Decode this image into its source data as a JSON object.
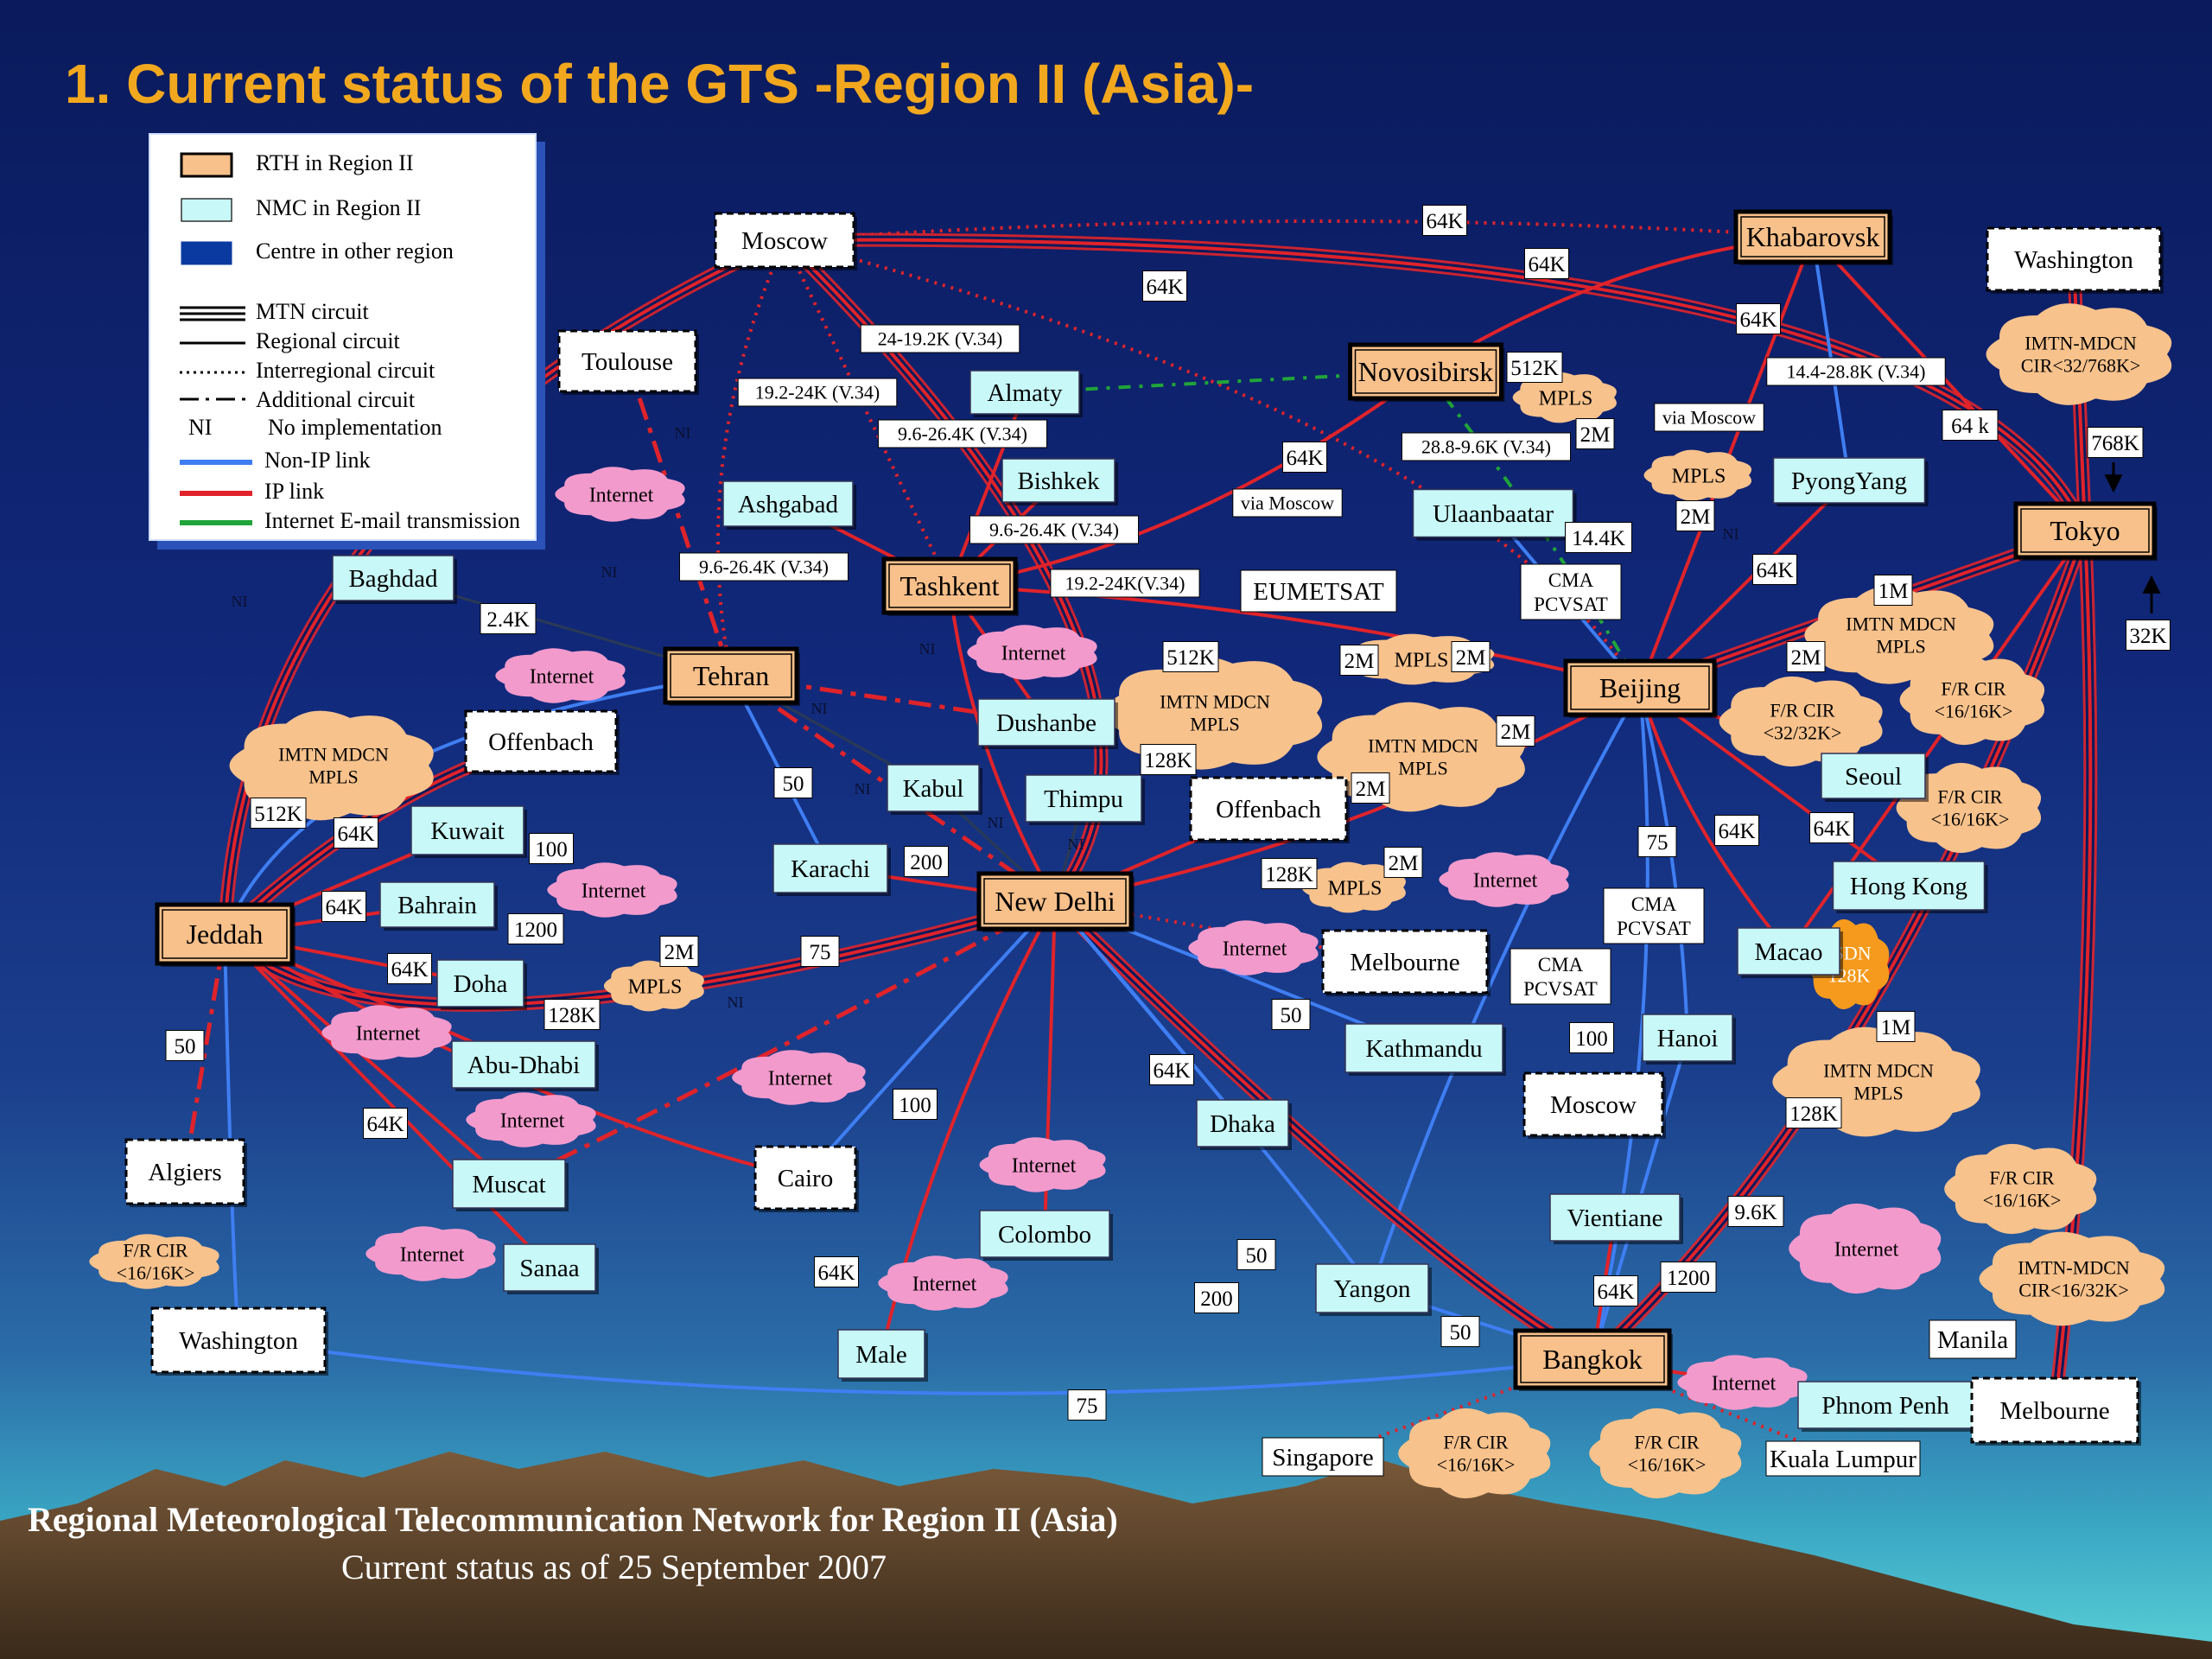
{
  "title": "1.  Current status of the GTS  -Region II (Asia)-",
  "legend": {
    "items": [
      {
        "symbol": "rth-box",
        "label": "RTH in Region II"
      },
      {
        "symbol": "nmc-box",
        "label": "NMC in Region II"
      },
      {
        "symbol": "other-box",
        "label": "Centre in other region"
      },
      {
        "symbol": "mtn-line",
        "label": "MTN circuit"
      },
      {
        "symbol": "regional-line",
        "label": "Regional circuit"
      },
      {
        "symbol": "interregional-line",
        "label": "Interregional circuit"
      },
      {
        "symbol": "additional-line",
        "label": "Additional circuit"
      },
      {
        "symbol": "ni-text",
        "symbol_text": "NI",
        "label": "No implementation"
      },
      {
        "symbol": "non-ip-line",
        "label": "Non-IP link"
      },
      {
        "symbol": "ip-line",
        "label": "IP link"
      },
      {
        "symbol": "email-line",
        "label": "Internet E-mail transmission"
      }
    ]
  },
  "colors": {
    "rth_fill": "#f8c08a",
    "nmc_fill": "#c8f8f8",
    "ip_link": "#e0232a",
    "non_ip_link": "#3f7ef2",
    "email_link": "#21a43a",
    "cloud_internet": "#f39acd",
    "cloud_service": "#f8c28c",
    "title": "#f2a81e"
  },
  "footer": {
    "line1": "Regional Meteorological Telecommunication Network for Region II (Asia)",
    "line2": "Current status as of 25 September 2007"
  },
  "nodes": [
    {
      "id": "moscow-top",
      "label": "Moscow",
      "kind": "other"
    },
    {
      "id": "khabarovsk",
      "label": "Khabarovsk",
      "kind": "rth"
    },
    {
      "id": "washington-top",
      "label": "Washington",
      "kind": "other"
    },
    {
      "id": "toulouse",
      "label": "Toulouse",
      "kind": "other"
    },
    {
      "id": "novosibirsk",
      "label": "Novosibirsk",
      "kind": "rth"
    },
    {
      "id": "almaty",
      "label": "Almaty",
      "kind": "nmc"
    },
    {
      "id": "bishkek",
      "label": "Bishkek",
      "kind": "nmc"
    },
    {
      "id": "ashgabad",
      "label": "Ashgabad",
      "kind": "nmc"
    },
    {
      "id": "pyongyang",
      "label": "PyongYang",
      "kind": "nmc"
    },
    {
      "id": "ulaanbaatar",
      "label": "Ulaanbaatar",
      "kind": "nmc"
    },
    {
      "id": "tokyo",
      "label": "Tokyo",
      "kind": "rth"
    },
    {
      "id": "baghdad",
      "label": "Baghdad",
      "kind": "nmc"
    },
    {
      "id": "tashkent",
      "label": "Tashkent",
      "kind": "rth"
    },
    {
      "id": "eumetsat",
      "label": "EUMETSAT",
      "kind": "plain"
    },
    {
      "id": "tehran",
      "label": "Tehran",
      "kind": "rth"
    },
    {
      "id": "beijing",
      "label": "Beijing",
      "kind": "rth"
    },
    {
      "id": "offenbach-left",
      "label": "Offenbach",
      "kind": "other"
    },
    {
      "id": "dushanbe",
      "label": "Dushanbe",
      "kind": "nmc"
    },
    {
      "id": "kabul",
      "label": "Kabul",
      "kind": "nmc"
    },
    {
      "id": "thimpu",
      "label": "Thimpu",
      "kind": "nmc"
    },
    {
      "id": "offenbach-mid",
      "label": "Offenbach",
      "kind": "other"
    },
    {
      "id": "seoul",
      "label": "Seoul",
      "kind": "nmc"
    },
    {
      "id": "kuwait",
      "label": "Kuwait",
      "kind": "nmc"
    },
    {
      "id": "karachi",
      "label": "Karachi",
      "kind": "nmc"
    },
    {
      "id": "hongkong",
      "label": "Hong Kong",
      "kind": "nmc"
    },
    {
      "id": "bahrain",
      "label": "Bahrain",
      "kind": "nmc"
    },
    {
      "id": "newdelhi",
      "label": "New Delhi",
      "kind": "rth"
    },
    {
      "id": "jeddah",
      "label": "Jeddah",
      "kind": "rth"
    },
    {
      "id": "macao",
      "label": "Macao",
      "kind": "nmc"
    },
    {
      "id": "doha",
      "label": "Doha",
      "kind": "nmc"
    },
    {
      "id": "melbourne-mid",
      "label": "Melbourne",
      "kind": "other"
    },
    {
      "id": "abudhabi",
      "label": "Abu-Dhabi",
      "kind": "nmc"
    },
    {
      "id": "kathmandu",
      "label": "Kathmandu",
      "kind": "nmc"
    },
    {
      "id": "hanoi",
      "label": "Hanoi",
      "kind": "nmc"
    },
    {
      "id": "moscow-mid",
      "label": "Moscow",
      "kind": "other"
    },
    {
      "id": "dhaka",
      "label": "Dhaka",
      "kind": "nmc"
    },
    {
      "id": "algiers",
      "label": "Algiers",
      "kind": "other"
    },
    {
      "id": "cairo",
      "label": "Cairo",
      "kind": "other"
    },
    {
      "id": "muscat",
      "label": "Muscat",
      "kind": "nmc"
    },
    {
      "id": "colombo",
      "label": "Colombo",
      "kind": "nmc"
    },
    {
      "id": "vientiane",
      "label": "Vientiane",
      "kind": "nmc"
    },
    {
      "id": "sanaa",
      "label": "Sanaa",
      "kind": "nmc"
    },
    {
      "id": "yangon",
      "label": "Yangon",
      "kind": "nmc"
    },
    {
      "id": "washington-bottom",
      "label": "Washington",
      "kind": "other"
    },
    {
      "id": "male",
      "label": "Male",
      "kind": "nmc"
    },
    {
      "id": "bangkok",
      "label": "Bangkok",
      "kind": "rth"
    },
    {
      "id": "manila",
      "label": "Manila",
      "kind": "plain"
    },
    {
      "id": "phnompenh",
      "label": "Phnom Penh",
      "kind": "nmc"
    },
    {
      "id": "melbourne-bottom",
      "label": "Melbourne",
      "kind": "other"
    },
    {
      "id": "singapore",
      "label": "Singapore",
      "kind": "plain"
    },
    {
      "id": "kualalumpur",
      "label": "Kuala Lumpur",
      "kind": "plain"
    }
  ],
  "clouds": [
    {
      "id": "c1",
      "lines": [
        "IMTN-MDCN",
        "CIR<32/768K>"
      ],
      "kind": "service"
    },
    {
      "id": "c2",
      "lines": [
        "MPLS"
      ],
      "kind": "service"
    },
    {
      "id": "c3",
      "lines": [
        "MPLS"
      ],
      "kind": "service"
    },
    {
      "id": "c4",
      "lines": [
        "Internet"
      ],
      "kind": "internet"
    },
    {
      "id": "c5",
      "lines": [
        "IMTN MDCN",
        "MPLS"
      ],
      "kind": "service"
    },
    {
      "id": "c6",
      "lines": [
        "Internet"
      ],
      "kind": "internet"
    },
    {
      "id": "c7",
      "lines": [
        "Internet"
      ],
      "kind": "internet"
    },
    {
      "id": "c8",
      "lines": [
        "IMTN MDCN",
        "MPLS"
      ],
      "kind": "service"
    },
    {
      "id": "c9",
      "lines": [
        "MPLS"
      ],
      "kind": "service"
    },
    {
      "id": "c10",
      "lines": [
        "IMTN MDCN",
        "MPLS"
      ],
      "kind": "service"
    },
    {
      "id": "c11",
      "lines": [
        "F/R CIR",
        "<32/32K>"
      ],
      "kind": "service"
    },
    {
      "id": "c12",
      "lines": [
        "F/R CIR",
        "<16/16K>"
      ],
      "kind": "service"
    },
    {
      "id": "c13",
      "lines": [
        "IMTN MDCN",
        "MPLS"
      ],
      "kind": "service"
    },
    {
      "id": "c14",
      "lines": [
        "F/R CIR",
        "<16/16K>"
      ],
      "kind": "service"
    },
    {
      "id": "c15",
      "lines": [
        "Internet"
      ],
      "kind": "internet"
    },
    {
      "id": "c16",
      "lines": [
        "MPLS"
      ],
      "kind": "service"
    },
    {
      "id": "c17",
      "lines": [
        "Internet"
      ],
      "kind": "internet"
    },
    {
      "id": "c18",
      "lines": [
        "Internet"
      ],
      "kind": "internet"
    },
    {
      "id": "c19",
      "lines": [
        "MPLS"
      ],
      "kind": "service"
    },
    {
      "id": "c20",
      "lines": [
        "ISDN",
        "128K"
      ],
      "kind": "isdn"
    },
    {
      "id": "c21",
      "lines": [
        "Internet"
      ],
      "kind": "internet"
    },
    {
      "id": "c22",
      "lines": [
        "IMTN MDCN",
        "MPLS"
      ],
      "kind": "service"
    },
    {
      "id": "c23",
      "lines": [
        "Internet"
      ],
      "kind": "internet"
    },
    {
      "id": "c24",
      "lines": [
        "Internet"
      ],
      "kind": "internet"
    },
    {
      "id": "c25",
      "lines": [
        "Internet"
      ],
      "kind": "internet"
    },
    {
      "id": "c26",
      "lines": [
        "F/R CIR",
        "<16/16K>"
      ],
      "kind": "service"
    },
    {
      "id": "c27",
      "lines": [
        "Internet"
      ],
      "kind": "internet"
    },
    {
      "id": "c28",
      "lines": [
        "Internet"
      ],
      "kind": "internet"
    },
    {
      "id": "c29",
      "lines": [
        "Internet"
      ],
      "kind": "internet"
    },
    {
      "id": "c30",
      "lines": [
        "F/R CIR",
        "<16/16K>"
      ],
      "kind": "service"
    },
    {
      "id": "c31",
      "lines": [
        "IMTN-MDCN",
        "CIR<16/32K>"
      ],
      "kind": "service"
    },
    {
      "id": "c32",
      "lines": [
        "Internet"
      ],
      "kind": "internet"
    },
    {
      "id": "c33",
      "lines": [
        "F/R CIR",
        "<16/16K>"
      ],
      "kind": "service"
    },
    {
      "id": "c34",
      "lines": [
        "F/R CIR",
        "<16/16K>"
      ],
      "kind": "service"
    }
  ],
  "speed_labels": [
    "64K",
    "64K",
    "64K",
    "24-19.2K (V.34)",
    "19.2-24K (V.34)",
    "9.6-26.4K (V.34)",
    "512K",
    "64K",
    "14.4-28.8K (V.34)",
    "via Moscow",
    "64 k",
    "768K",
    "2M",
    "28.8-9.6K (V.34)",
    "64K",
    "2M",
    "9.6-26.4K (V.34)",
    "via Moscow",
    "14.4K",
    "64K",
    "9.6-26.4K (V.34)",
    "19.2-24K(V.34)",
    "1M",
    "32K",
    "2.4K",
    "512K",
    "2M",
    "2M",
    "2M",
    "2M",
    "128K",
    "2M",
    "512K",
    "64K",
    "100",
    "50",
    "75",
    "64K",
    "64K",
    "2M",
    "200",
    "128K",
    "64K",
    "64K",
    "2M",
    "75",
    "1200",
    "128K",
    "50",
    "100",
    "1M",
    "50",
    "64K",
    "100",
    "64K",
    "128K",
    "9.6K",
    "64K",
    "50",
    "1200",
    "200",
    "64K",
    "50",
    "75"
  ],
  "small_labels": [
    "NI",
    "NI",
    "NI",
    "NI",
    "NI",
    "NI",
    "NI",
    "NI",
    "NI",
    "NI"
  ],
  "satellite_labels": [
    [
      "CMA",
      "PCVSAT"
    ],
    [
      "CMA",
      "PCVSAT"
    ],
    [
      "CMA",
      "PCVSAT"
    ]
  ]
}
